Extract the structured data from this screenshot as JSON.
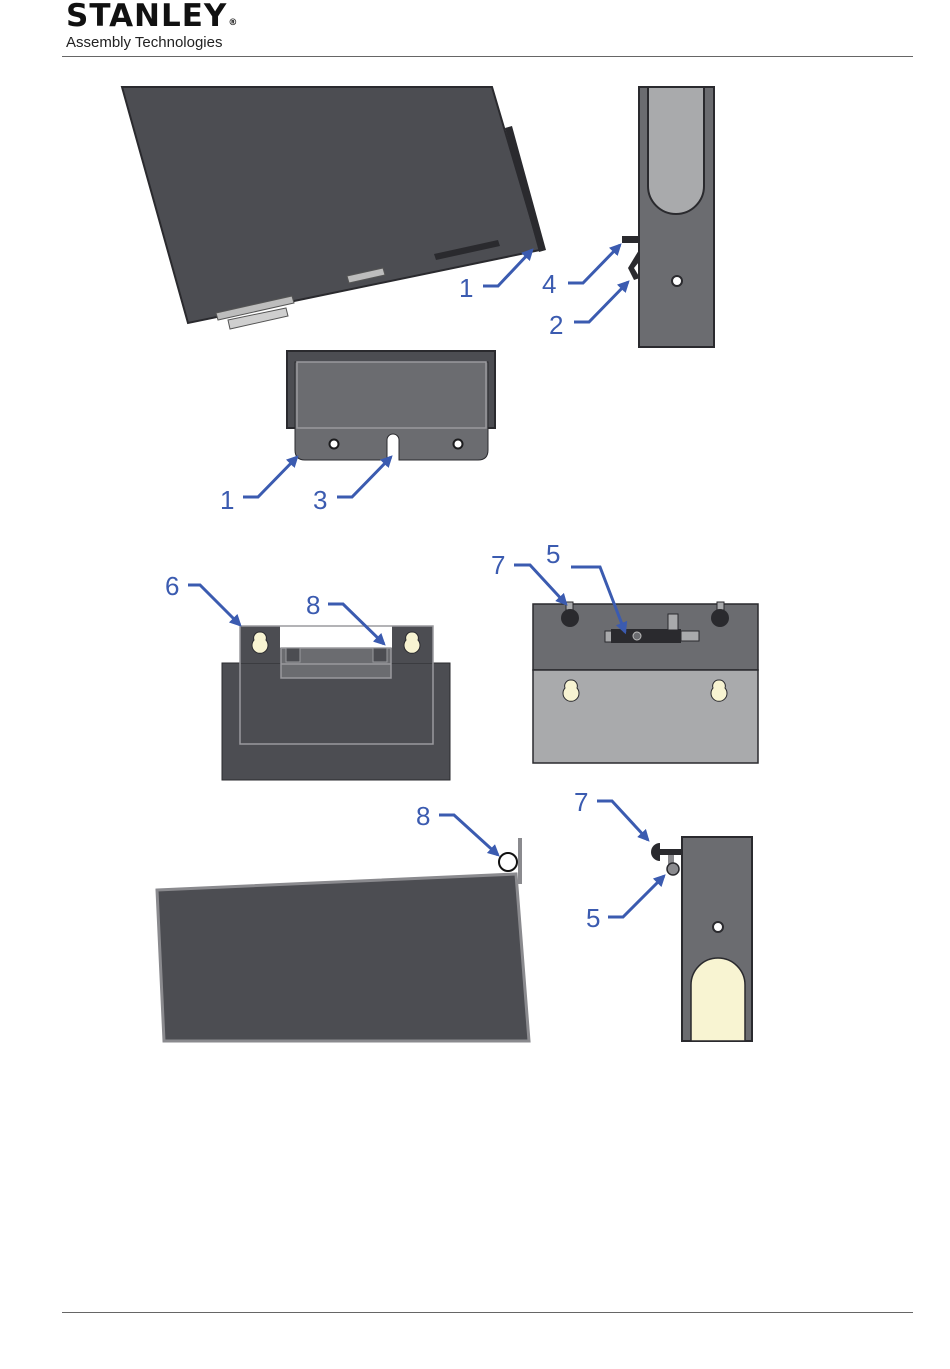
{
  "header": {
    "brand": "STANLEY",
    "brand_mark": "®",
    "subtitle": "Assembly Technologies"
  },
  "figure": {
    "callouts": {
      "c1a": "1",
      "c4": "4",
      "c2": "2",
      "c1b": "1",
      "c3": "3",
      "c6": "6",
      "c8a": "8",
      "c7a": "7",
      "c5a": "5",
      "c8b": "8",
      "c7b": "7",
      "c5b": "5"
    }
  },
  "colors": {
    "body_dark": "#4c4d52",
    "panel_mid": "#6b6c70",
    "panel_light": "#a9aaac",
    "callout_blue": "#3b5bb0",
    "cream": "#f8f4d2"
  }
}
